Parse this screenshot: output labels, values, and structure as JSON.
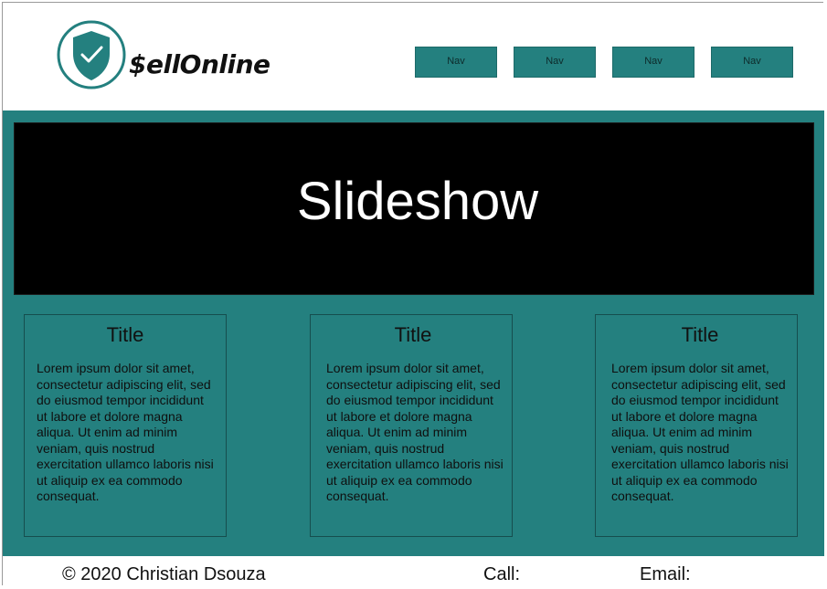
{
  "header": {
    "brand": "$ellOnline",
    "logo_icon": "shield-check-icon",
    "nav": [
      "Nav",
      "Nav",
      "Nav",
      "Nav"
    ]
  },
  "colors": {
    "accent": "#24807f",
    "slideshow_bg": "#000000",
    "header_bg": "#ffffff"
  },
  "slideshow": {
    "label": "Slideshow"
  },
  "cards": [
    {
      "title": "Title",
      "body": "Lorem ipsum dolor sit amet, consectetur adipiscing elit, sed do eiusmod tempor incididunt ut labore et dolore magna aliqua. Ut enim ad minim veniam, quis nostrud exercitation ullamco laboris nisi ut aliquip ex ea commodo consequat."
    },
    {
      "title": "Title",
      "body": "Lorem ipsum dolor sit amet, consectetur adipiscing elit, sed do eiusmod tempor incididunt ut labore et dolore magna aliqua. Ut enim ad minim veniam, quis nostrud exercitation ullamco laboris nisi ut aliquip ex ea commodo consequat."
    },
    {
      "title": "Title",
      "body": "Lorem ipsum dolor sit amet, consectetur adipiscing elit, sed do eiusmod tempor incididunt ut labore et dolore magna aliqua. Ut enim ad minim veniam, quis nostrud exercitation ullamco laboris nisi ut aliquip ex ea commodo consequat."
    }
  ],
  "footer": {
    "copyright": "© 2020 Christian Dsouza",
    "call_label": "Call:",
    "email_label": "Email:"
  }
}
